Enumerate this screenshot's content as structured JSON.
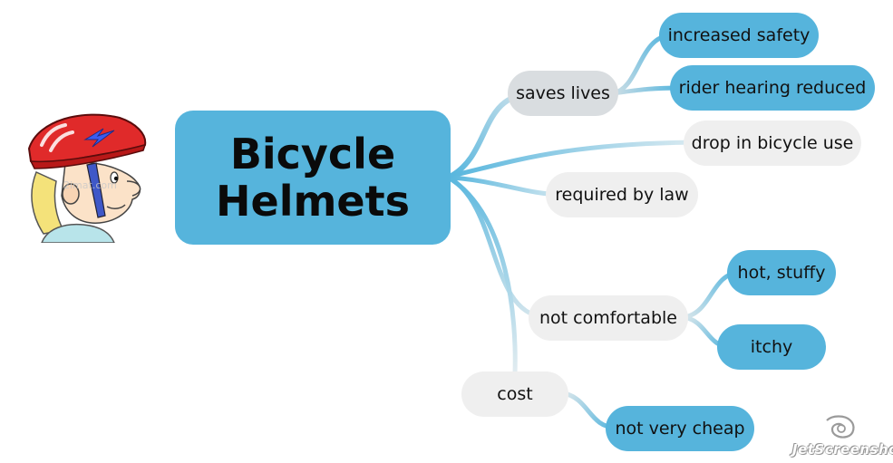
{
  "central": {
    "line1": "Bicycle",
    "line2": "Helmets"
  },
  "branches": {
    "saves_lives": "saves lives",
    "drop_in_use": "drop in bicycle use",
    "required_by_law": "required by law",
    "not_comfortable": "not comfortable",
    "cost": "cost"
  },
  "leaves": {
    "increased_safety": "increased safety",
    "rider_hearing": "rider hearing reduced",
    "hot_stuffy": "hot, stuffy",
    "itchy": "itchy",
    "not_very_cheap": "not very cheap"
  },
  "image": {
    "icon": "cartoon-helmet-kid",
    "logo_text": "2imat.com"
  },
  "watermark": {
    "text": "JetScreenshot",
    "icon": "camera-swirl-icon"
  },
  "colors": {
    "accent": "#56b4dc",
    "light_node": "#efefef",
    "grey_node": "#d9dde0",
    "link": "#5ab7de"
  }
}
